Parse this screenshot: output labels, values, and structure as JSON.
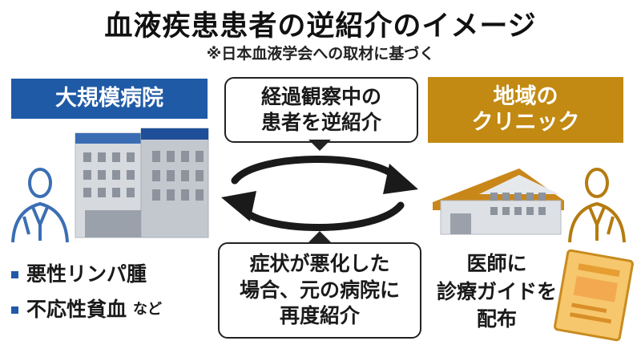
{
  "header": {
    "title": "血液疾患患者の逆紹介のイメージ",
    "source": "※日本血液学会への取材に基づく"
  },
  "hospital": {
    "label": "大規模病院",
    "diseases": [
      "悪性リンパ腫",
      "不応性貧血"
    ],
    "diseases_suffix": "など"
  },
  "clinic": {
    "label_line1": "地域の",
    "label_line2": "クリニック",
    "text_line1": "医師に",
    "text_line2": "診療ガイドを",
    "text_line3": "配布"
  },
  "flow": {
    "top_line1": "経過観察中の",
    "top_line2": "患者を逆紹介",
    "bottom_line1": "症状が悪化した",
    "bottom_line2": "場合、元の病院に",
    "bottom_line3": "再度紹介"
  },
  "colors": {
    "hospital_blue": "#1f5aa6",
    "clinic_gold": "#c28a12",
    "doctor_hospital": "#3b6fb3",
    "doctor_clinic": "#b57b10"
  },
  "icons": {
    "hospital": "hospital-building-icon",
    "hospital_doctor": "doctor-icon",
    "clinic": "clinic-building-icon",
    "clinic_doctor": "doctor-icon",
    "guide": "guidebook-icon"
  }
}
